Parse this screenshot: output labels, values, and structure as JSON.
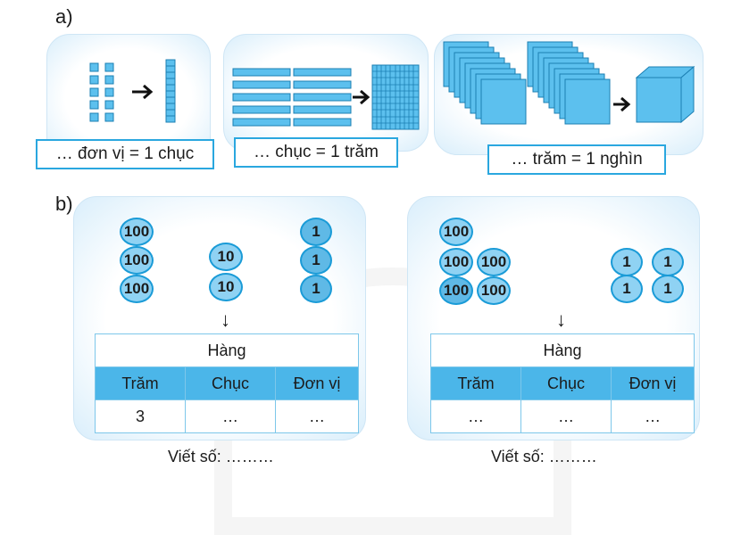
{
  "part_a": {
    "label": "a)",
    "box1": "… đơn vị = 1 chục",
    "box2": "… chục = 1 trăm",
    "box3": "… trăm = 1 nghìn"
  },
  "part_b": {
    "label": "b)",
    "left": {
      "coins_hundreds": [
        "100",
        "100",
        "100"
      ],
      "coins_tens": [
        "10",
        "10"
      ],
      "coins_ones": [
        "1",
        "1",
        "1"
      ],
      "table_header": "Hàng",
      "columns": [
        "Trăm",
        "Chục",
        "Đơn vị"
      ],
      "values": [
        "3",
        "…",
        "…"
      ],
      "write": "Viết số: ………"
    },
    "right": {
      "coins_hundreds": [
        "100",
        "100",
        "100",
        "100",
        "100"
      ],
      "coins_ones": [
        "1",
        "1",
        "1",
        "1"
      ],
      "table_header": "Hàng",
      "columns": [
        "Trăm",
        "Chục",
        "Đơn vị"
      ],
      "values": [
        "…",
        "…",
        "…"
      ],
      "write": "Viết số: ………"
    }
  },
  "colors": {
    "accent": "#2aa7df",
    "coin_fill": "#8fd2f3",
    "header_fill": "#4bb6e9"
  }
}
